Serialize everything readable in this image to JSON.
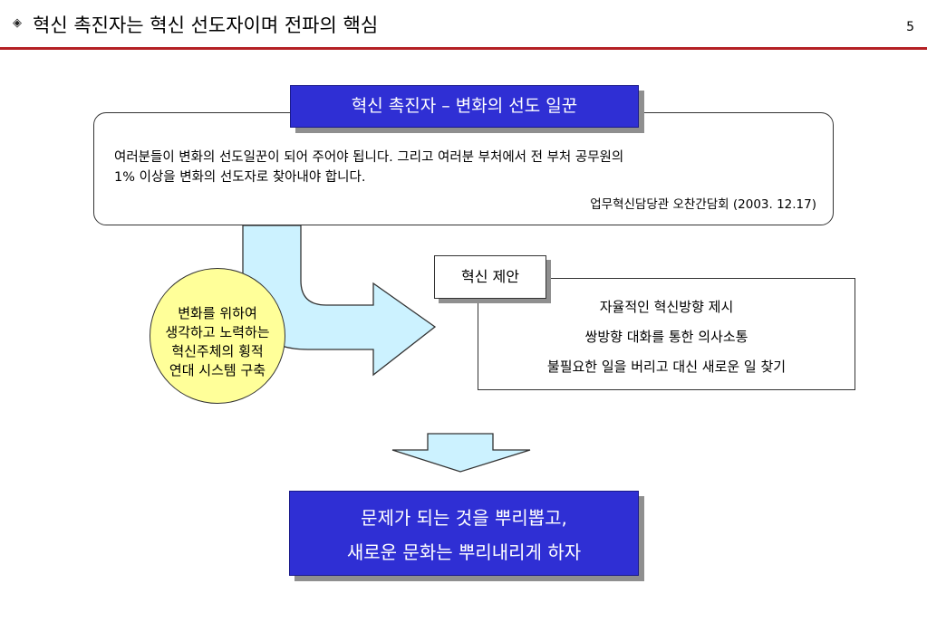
{
  "header": {
    "marker": "◈",
    "title": "혁신 촉진자는 혁신 선도자이며 전파의 핵심",
    "page_number": "5"
  },
  "top_banner": {
    "label": "혁신 촉진자 – 변화의 선도 일꾼"
  },
  "quote": {
    "lines": [
      "여러분들이 변화의 선도일꾼이 되어 주어야 됩니다. 그리고 여러분 부처에서 전 부처 공무원의",
      "1% 이상을 변화의 선도자로 찾아내야 합니다."
    ],
    "source": "업무혁신담당관 오찬간담회 (2003. 12.17)"
  },
  "circle": {
    "lines": [
      "변화를 위하여",
      "생각하고 노력하는",
      "혁신주체의 횡적",
      "연대 시스템 구축"
    ]
  },
  "proposal": {
    "label": "혁신 제안",
    "items": [
      "자율적인 혁신방향 제시",
      "쌍방향 대화를 통한 의사소통",
      "불필요한 일을 버리고 대신 새로운 일 찾기"
    ]
  },
  "conclusion": {
    "lines": [
      "문제가 되는 것을 뿌리뽑고,",
      "새로운 문화는 뿌리내리게 하자"
    ]
  },
  "colors": {
    "accent_rule": "#b42024",
    "blue_box": "#2f2fd4",
    "arrow_fill": "#ccf2ff",
    "circle_fill": "#ffff99"
  }
}
